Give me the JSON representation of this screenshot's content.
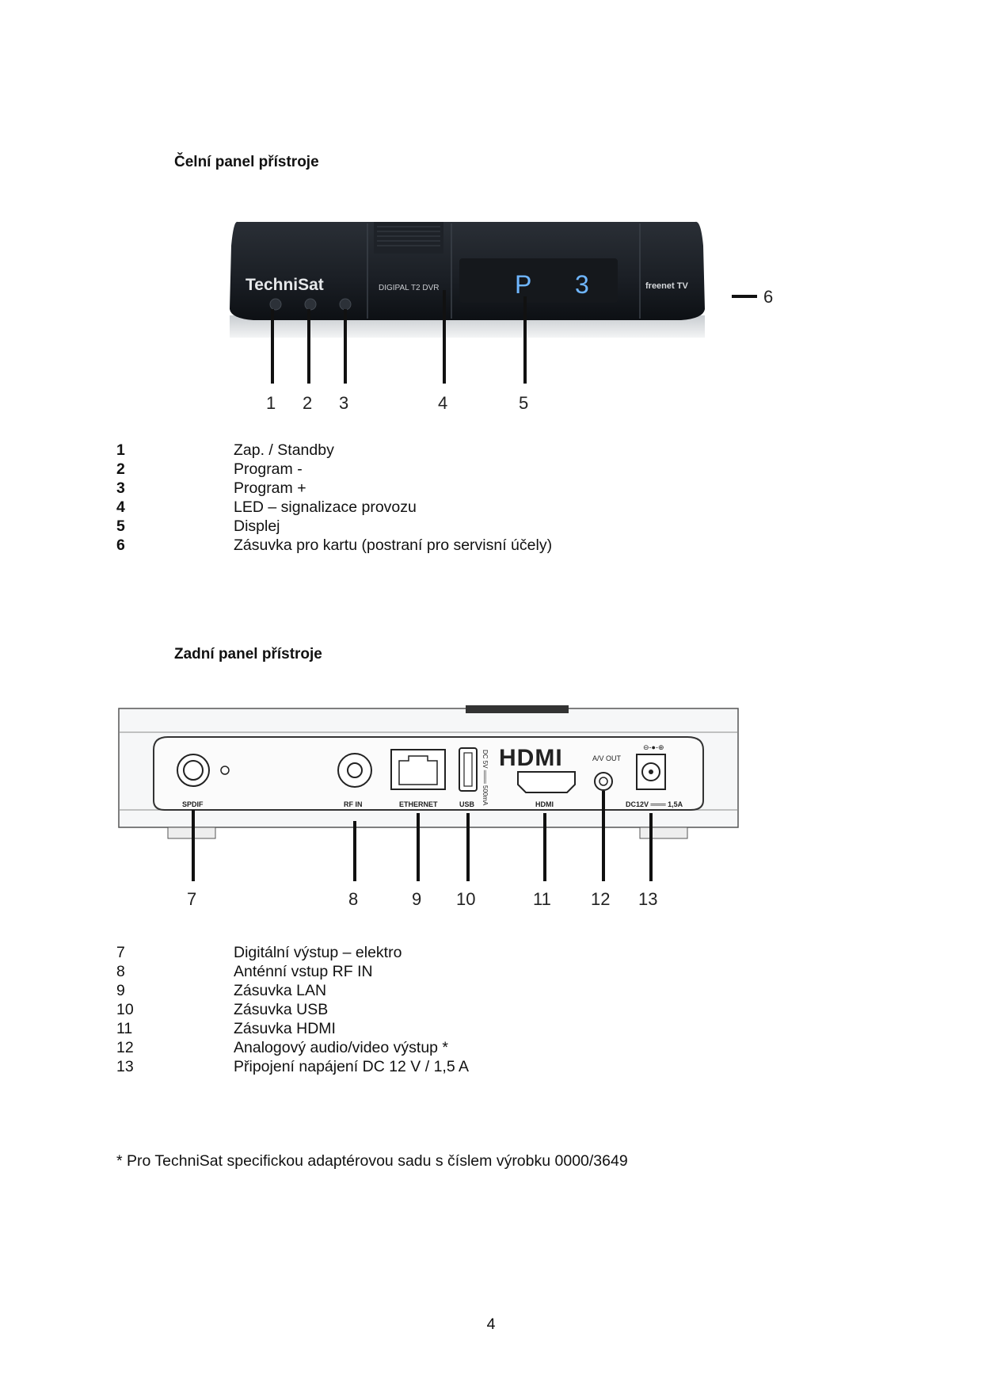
{
  "front": {
    "heading": "Čelní panel přístroje",
    "device": {
      "brand": "TechniSat",
      "model": "DIGIPAL T2 DVR",
      "right_label": "freenet TV",
      "display_text": [
        "P",
        "3"
      ]
    },
    "callouts": [
      "1",
      "2",
      "3",
      "4",
      "5",
      "6"
    ],
    "legend": [
      {
        "num": "1",
        "text": "Zap. / Standby"
      },
      {
        "num": "2",
        "text": "Program -"
      },
      {
        "num": "3",
        "text": "Program +"
      },
      {
        "num": "4",
        "text": "LED – signalizace provozu"
      },
      {
        "num": "5",
        "text": "Displej"
      },
      {
        "num": "6",
        "text": "Zásuvka pro kartu (postraní pro servisní účely)"
      }
    ]
  },
  "rear": {
    "heading": "Zadní panel přístroje",
    "port_labels": [
      "SPDIF",
      "RF IN",
      "ETHERNET",
      "USB",
      "HDMI",
      "DC12V ═══ 1,5A"
    ],
    "hdmi_logo": "HDMI",
    "av_out": "A/V OUT",
    "usb_rating": "DC 5V ═══ 500mA",
    "callouts": [
      "7",
      "8",
      "9",
      "10",
      "11",
      "12",
      "13"
    ],
    "legend": [
      {
        "num": "7",
        "text": "Digitální výstup – elektro"
      },
      {
        "num": "8",
        "text": "Anténní vstup RF IN"
      },
      {
        "num": "9",
        "text": "Zásuvka LAN"
      },
      {
        "num": "10",
        "text": "Zásuvka USB"
      },
      {
        "num": "11",
        "text": "Zásuvka HDMI"
      },
      {
        "num": "12",
        "text": "Analogový audio/video výstup *"
      },
      {
        "num": "13",
        "text": "Připojení napájení DC 12 V / 1,5 A"
      }
    ]
  },
  "footnote": "* Pro TechniSat specifickou adaptérovou sadu s číslem výrobku 0000/3649",
  "page_number": "4"
}
